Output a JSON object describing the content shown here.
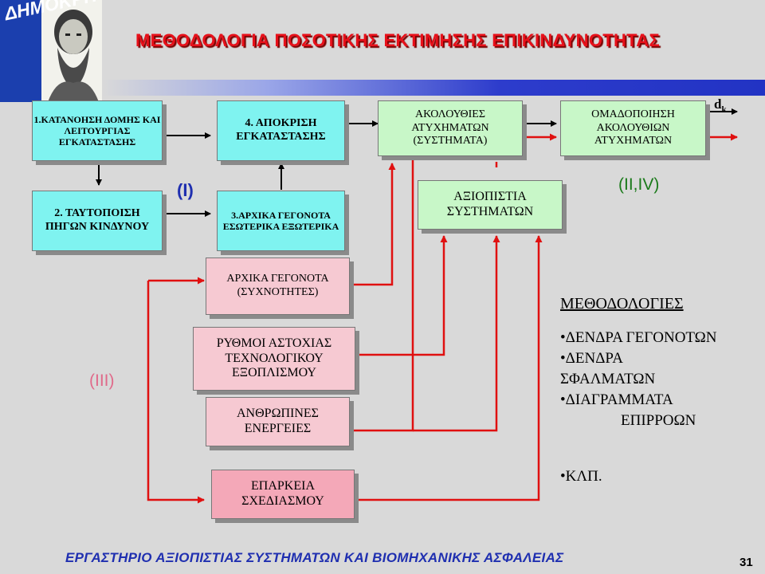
{
  "header": {
    "title": "ΜΕΘΟΔΟΛΟΓΙΑ ΠΟΣΟΤΙΚΗΣ ΕΚΤΙΜΗΣΗΣ ΕΠΙΚΙΝΔΥΝΟΤΗΤΑΣ",
    "logo_text": "ΔΗΜΟΚΡΙΤΟΣ",
    "dk_main": "d",
    "dk_sub": "k"
  },
  "boxes": {
    "understanding": "1.ΚΑΤΑΝΟΗΣΗ ΔΟΜΗΣ ΚΑΙ ΛΕΙΤΟΥΡΓΙΑΣ ΕΓΚΑΤΑΣΤΑΣΗΣ",
    "hazard_id": "2. ΤΑΥΤΟΠΟΙΣΗ ΠΗΓΩΝ ΚΙΝΔΥΝΟΥ",
    "initial_events_types": "3.ΑΡΧΙΚΑ ΓΕΓΟΝΟΤΑ ΕΣΩΤΕΡΙΚΑ ΕΞΩΤΕΡΙΚΑ",
    "plant_response": "4. ΑΠΟΚΡΙΣΗ ΕΓΚΑΤΑΣΤΑΣΗΣ",
    "accident_sequences": "ΑΚΟΛΟΥΘΙΕΣ ΑΤΥΧΗΜΑΤΩΝ (ΣΥΣΤΗΜΑΤΑ)",
    "grouping": "ΟΜΑΔΟΠΟΙΗΣΗ ΑΚΟΛΟΥΘΙΩΝ ΑΤΥΧΗΜΑΤΩΝ",
    "system_reliability": "ΑΞΙΟΠΙΣΤΙΑ ΣΥΣΤΗΜΑΤΩΝ",
    "initial_events_freq": "ΑΡΧΙΚΑ ΓΕΓΟΝΟΤΑ (ΣΥΧΝΟΤΗΤΕΣ)",
    "failure_rates": "ΡΥΘΜΟΙ ΑΣΤΟΧΙΑΣ ΤΕΧΝΟΛΟΓΙΚΟΥ ΕΞΟΠΛΙΣΜΟΥ",
    "human_actions": "ΑΝΘΡΩΠΙΝΕΣ ΕΝΕΡΓΕΙΕΣ",
    "design_adequacy": "ΕΠΑΡΚΕΙΑ ΣΧΕΔΙΑΣΜΟΥ"
  },
  "labels": {
    "stage_I": "(I)",
    "stage_II_IV": "(II,IV)",
    "stage_III": "(III)"
  },
  "methods": {
    "title": "ΜΕΘΟΔΟΛΟΓΙΕΣ",
    "items": [
      "•ΔΕΝΔΡΑ ΓΕΓΟΝΟΤΩΝ",
      "•ΔΕΝΔΡΑ",
      "ΣΦΑΛΜΑΤΩΝ",
      "•ΔΙΑΓΡΑΜΜΑΤΑ",
      "ΕΠΙΡΡΟΩΝ"
    ],
    "other": "•ΚΛΠ."
  },
  "footer": {
    "text": "ΕΡΓΑΣΤΗΡΙΟ ΑΞΙΟΠΙΣΤΙΑΣ ΣΥΣΤΗΜΑΤΩΝ ΚΑΙ ΒΙΟΜΗΧΑΝΙΚΗΣ ΑΣΦΑΛΕΙΑΣ",
    "page": "31"
  },
  "colors": {
    "title_red": "#e8101a",
    "arrow_red": "#e01010",
    "box_cyan": "#7ff3f0",
    "box_green": "#c8f7c8",
    "box_pink": "#f6c9d2",
    "footer_blue": "#1f2fb0"
  }
}
